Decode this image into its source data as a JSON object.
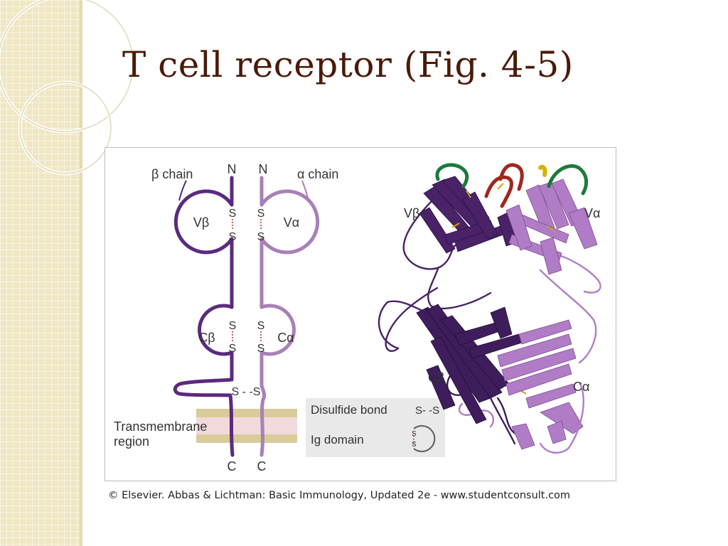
{
  "slide": {
    "title": "T cell receptor (Fig. 4-5)",
    "credit": "© Elsevier. Abbas & Lichtman: Basic Immunology, Updated 2e - www.studentconsult.com"
  },
  "schematic": {
    "beta_chain_label": "β chain",
    "alpha_chain_label": "α chain",
    "n_terminus": "N",
    "c_terminus": "C",
    "disulfide_s": "S",
    "domains": {
      "v_beta": "Vβ",
      "v_alpha": "Vα",
      "c_beta": "Cβ",
      "c_alpha": "Cα"
    },
    "transmembrane_line1": "Transmembrane",
    "transmembrane_line2": "region",
    "interchain_bond": "S - -S"
  },
  "legend": {
    "disulfide_label": "Disulfide bond",
    "disulfide_symbol": "S- -S",
    "ig_label": "Ig domain"
  },
  "ribbon": {
    "v_beta": "Vβ",
    "v_alpha": "Vα",
    "c_beta": "Cβ",
    "c_alpha": "Cα"
  },
  "colors": {
    "beta_chain": "#5b2a7e",
    "alpha_chain": "#a880b8",
    "ribbon_beta": "#3f1d5c",
    "ribbon_alpha": "#b07cc6",
    "cdr_green": "#1b7a3a",
    "cdr_red": "#a1261c",
    "membrane_tan": "#d8cc9a",
    "membrane_pink": "#f2d9dc",
    "title": "#4a1a08",
    "sidebar": "#efe6c3"
  }
}
